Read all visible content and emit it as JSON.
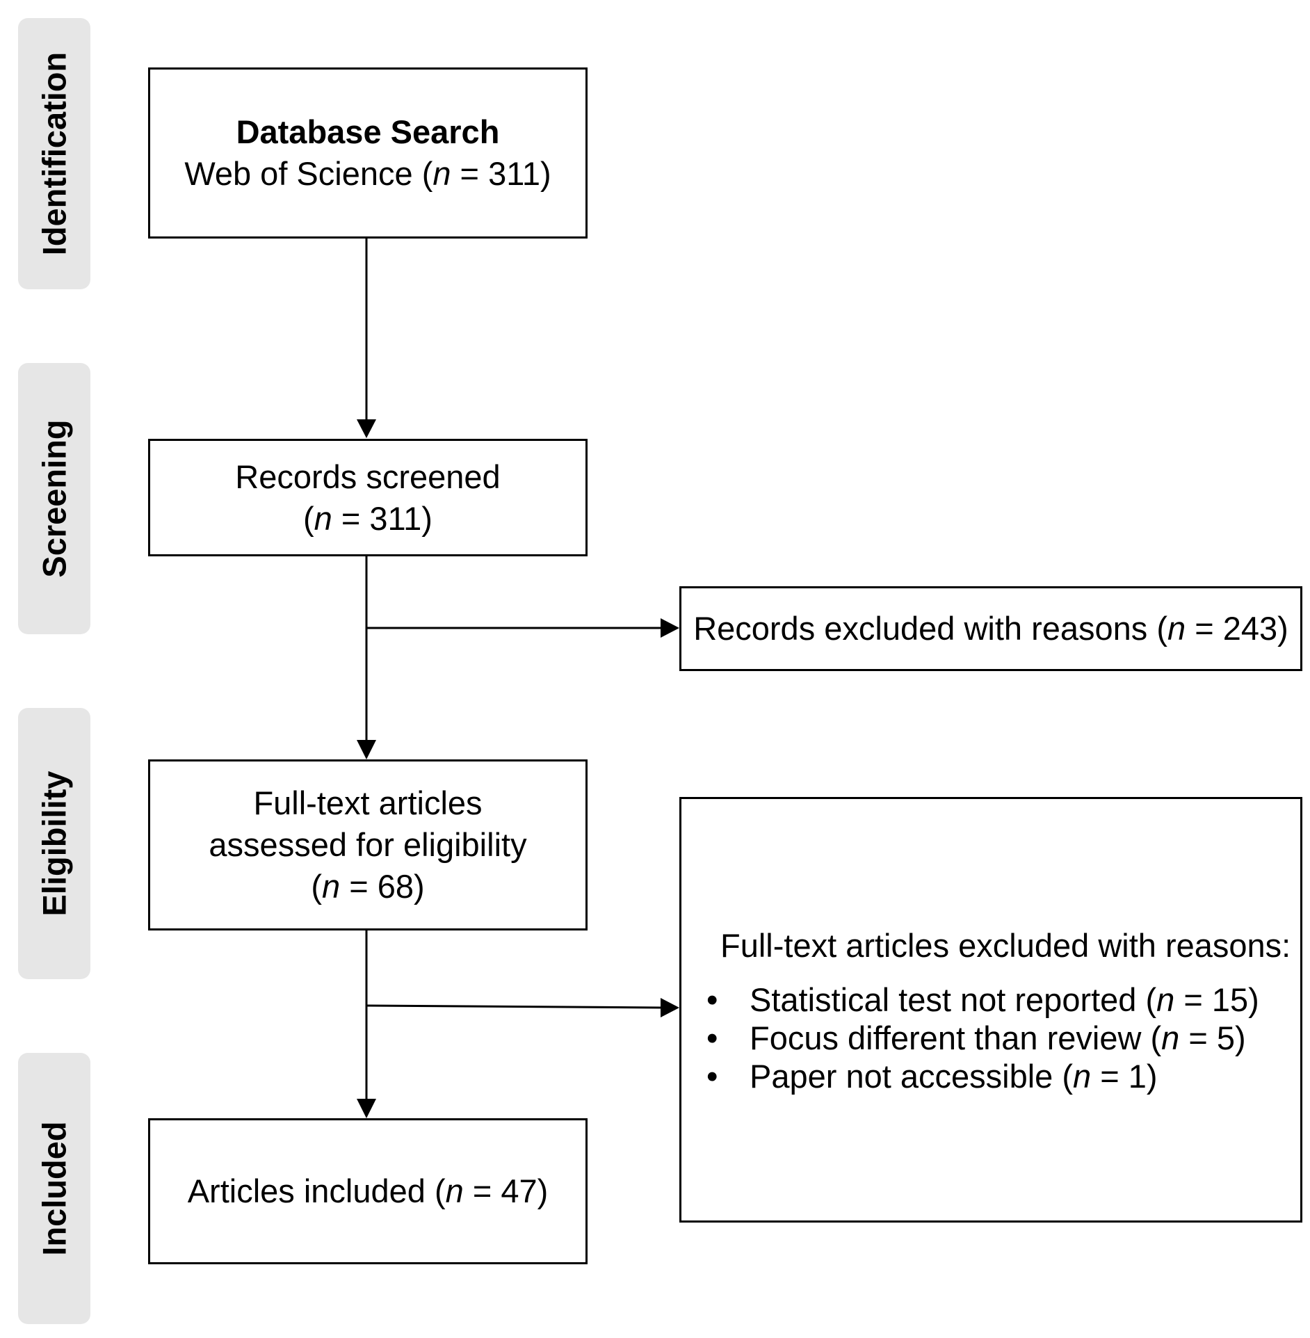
{
  "phases": [
    "Identification",
    "Screening",
    "Eligibility",
    "Included"
  ],
  "boxes": {
    "database_search": {
      "title": "Database Search",
      "prefix": "Web of Science (",
      "n_label": "n",
      "suffix": " = 311)"
    },
    "records_screened": {
      "line1": "Records screened",
      "prefix": "(",
      "n_label": "n",
      "suffix": " = 311)"
    },
    "records_excluded": {
      "prefix": "Records excluded with reasons (",
      "n_label": "n",
      "suffix": " = 243)"
    },
    "full_text_assessed": {
      "line1": "Full-text articles",
      "line2": "assessed for eligibility",
      "prefix": "(",
      "n_label": "n",
      "suffix": " = 68)"
    },
    "full_text_excluded": {
      "heading": "Full-text articles excluded with reasons:",
      "reasons": [
        {
          "prefix": "Statistical test not reported (",
          "n_label": "n",
          "suffix": " = 15)"
        },
        {
          "prefix": "Focus different than review (",
          "n_label": "n",
          "suffix": " = 5)"
        },
        {
          "prefix": "Paper not accessible (",
          "n_label": "n",
          "suffix": " = 1)"
        }
      ]
    },
    "articles_included": {
      "prefix": "Articles included (",
      "n_label": "n",
      "suffix": " = 47)"
    }
  }
}
